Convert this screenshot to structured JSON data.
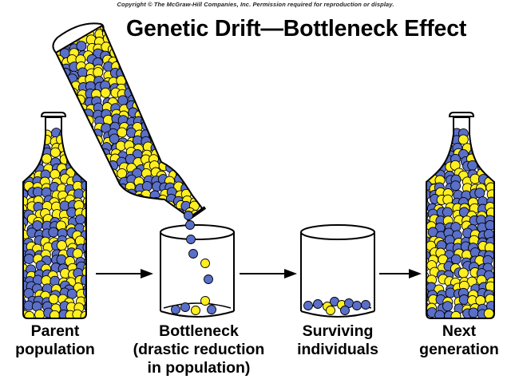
{
  "copyright": "Copyright © The McGraw-Hill Companies, Inc. Permission required for reproduction or display.",
  "title": "Genetic Drift—Bottleneck Effect",
  "stages": [
    {
      "lines": [
        "Parent",
        "population"
      ]
    },
    {
      "lines": [
        "Bottleneck",
        "(drastic reduction",
        "in population)"
      ]
    },
    {
      "lines": [
        "Surviving",
        "individuals"
      ]
    },
    {
      "lines": [
        "Next",
        "generation"
      ]
    }
  ],
  "colors": {
    "allele_blue": "#5a6fc8",
    "allele_yellow": "#ffef20",
    "outline": "#000000"
  },
  "icons": [
    "bottle",
    "tilted-bottle",
    "glass-beaker",
    "arrow-right"
  ]
}
